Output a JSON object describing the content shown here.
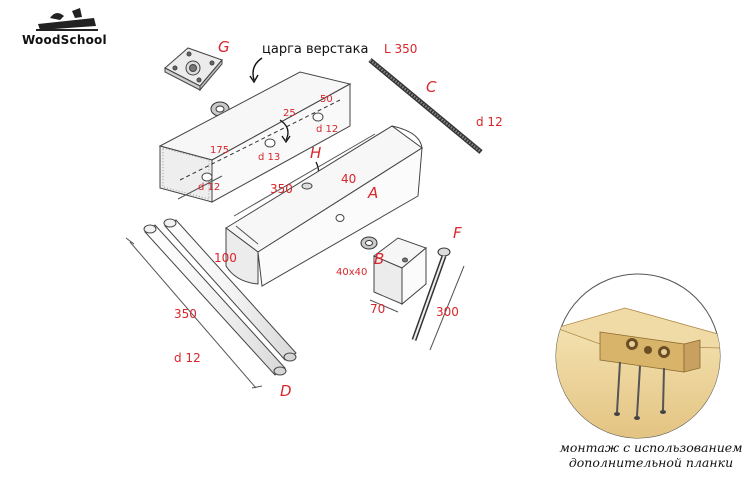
{
  "logo": {
    "text": "WoodSchool"
  },
  "caption": {
    "text": "царга верстака"
  },
  "parts": {
    "A": "A",
    "B": "B",
    "C": "C",
    "D": "D",
    "F": "F",
    "G": "G",
    "H": "H"
  },
  "dims": {
    "rod_len": "L 350",
    "rod_d": "d 12",
    "top_50": "50",
    "top_25": "25",
    "top_175": "175",
    "top_d13": "d 13",
    "top_d12a": "d 12",
    "top_d12b": "d 12",
    "block_350": "350",
    "block_40": "40",
    "block_100": "100",
    "b_40x40": "40x40",
    "b_70": "70",
    "f_300": "300",
    "d_350": "350",
    "d_d12": "d 12"
  },
  "inset_note": {
    "line1": "монтаж с использованием",
    "line2": "дополнительной планки"
  },
  "colors": {
    "label_red": "#d8262b",
    "wood_light": "#f2dfa8",
    "wood_mid": "#e7c98a",
    "wood_dark": "#b98a45",
    "line": "#333333"
  }
}
